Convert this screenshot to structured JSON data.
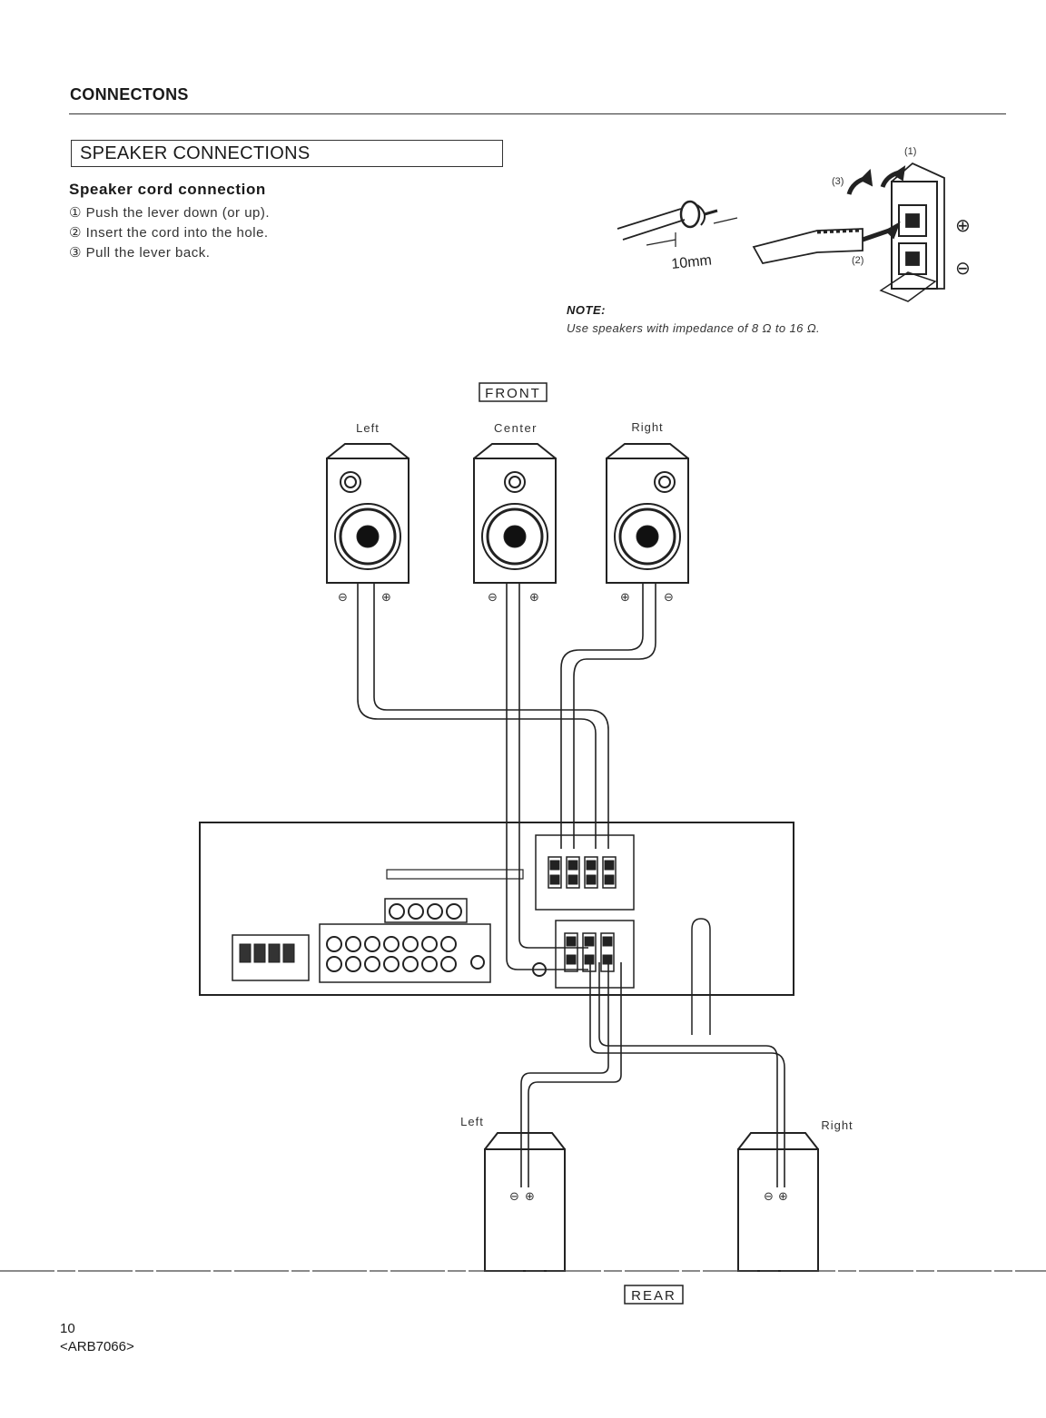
{
  "header": {
    "section": "CONNECTONS"
  },
  "section": {
    "title": "SPEAKER CONNECTIONS"
  },
  "cord_connection": {
    "title": "Speaker cord connection",
    "steps": [
      {
        "num": "①",
        "text": "Push the lever down (or up)."
      },
      {
        "num": "②",
        "text": "Insert the cord into the hole."
      },
      {
        "num": "③",
        "text": "Pull the lever back."
      }
    ],
    "strip_length": "10mm",
    "callouts": [
      "(1)",
      "(2)",
      "(3)"
    ],
    "plus_symbol": "⊕",
    "minus_symbol": "⊖"
  },
  "note": {
    "label": "NOTE:",
    "text": "Use speakers with impedance of 8 Ω to 16 Ω."
  },
  "front": {
    "label": "FRONT",
    "speakers": [
      "Left",
      "Center",
      "Right"
    ]
  },
  "rear": {
    "label": "REAR",
    "speakers": [
      "Left",
      "Right"
    ]
  },
  "footer": {
    "page": "10",
    "doc_code": "<ARB7066>"
  }
}
